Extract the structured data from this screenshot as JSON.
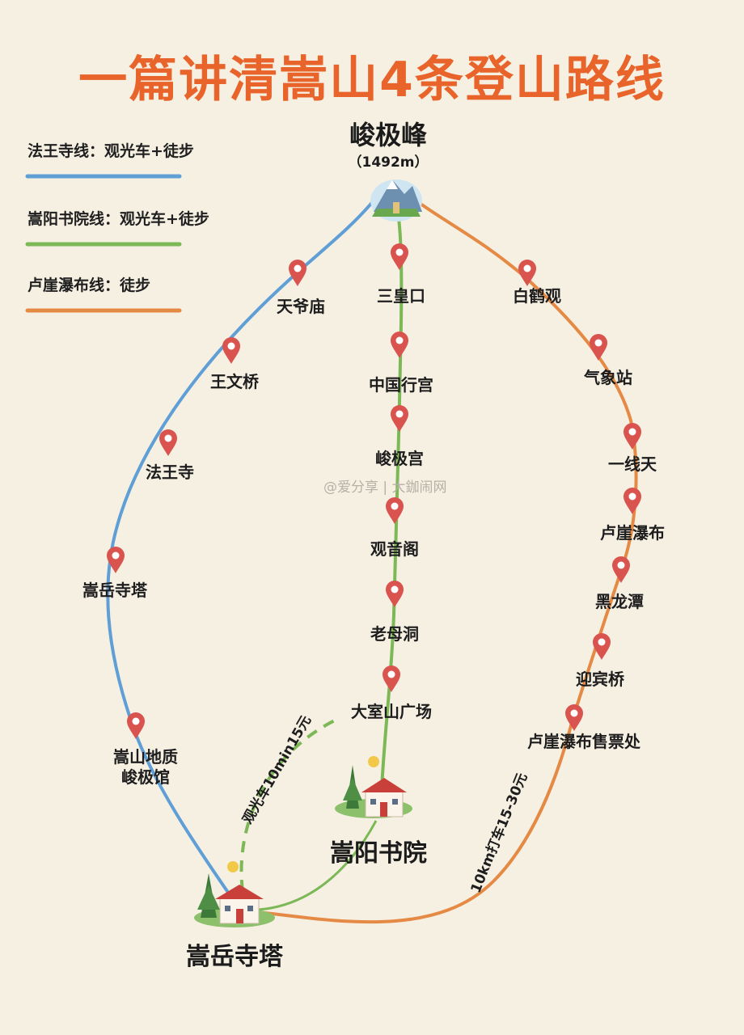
{
  "title": "一篇讲清嵩山4条登山路线",
  "summit": {
    "name": "峻极峰",
    "elevation": "（1492m）"
  },
  "legend": [
    {
      "label": "法王寺线：观光车+徒步",
      "color": "#5f9fd6"
    },
    {
      "label": "嵩阳书院线：观光车+徒步",
      "color": "#7cb956"
    },
    {
      "label": "卢崖瀑布线：徒步",
      "color": "#e58a45"
    }
  ],
  "routes": {
    "fawangsi": {
      "stops": [
        "天爷庙",
        "王文桥",
        "法王寺",
        "嵩岳寺塔",
        "嵩山地质\n峻极馆"
      ]
    },
    "songyang": {
      "stops": [
        "三皇口",
        "中国行宫",
        "峻极宫",
        "观音阁",
        "老母洞",
        "大室山广场"
      ]
    },
    "luya": {
      "stops": [
        "白鹤观",
        "气象站",
        "一线天",
        "卢崖瀑布",
        "黑龙潭",
        "迎宾桥",
        "卢崖瀑布售票处"
      ]
    }
  },
  "start_points": {
    "songyue": "嵩岳寺塔",
    "songyang": "嵩阳书院"
  },
  "notes": {
    "shuttle": "观光车10min15元",
    "taxi": "10km打车15-30元"
  },
  "watermark": "@爱分享 | 大鉫闹网",
  "colors": {
    "title": "#e8642a",
    "pin": "#d9534f",
    "background": "#f6f0e3"
  }
}
